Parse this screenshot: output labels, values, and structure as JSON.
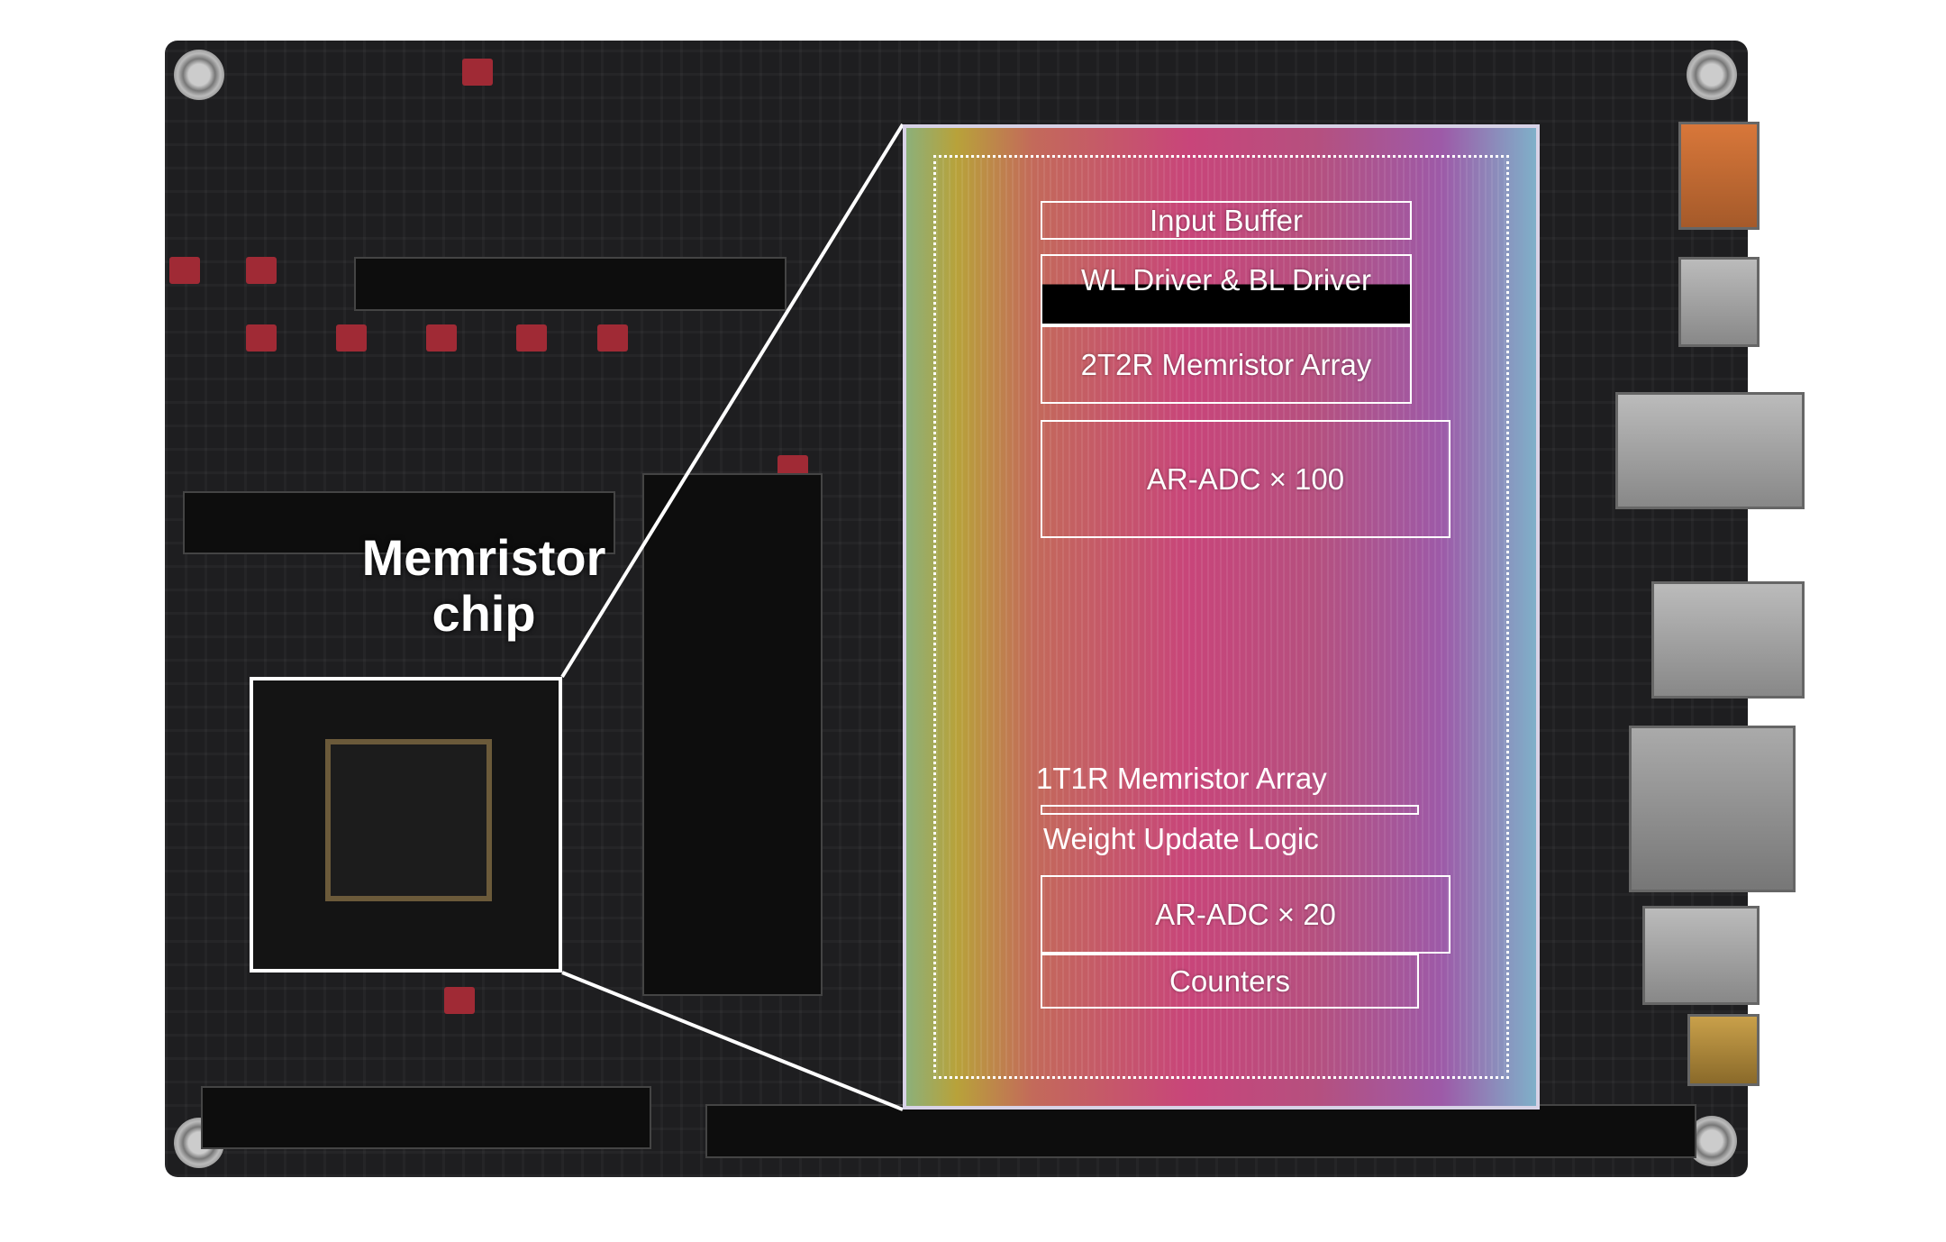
{
  "chip_label": {
    "line1": "Memristor",
    "line2": "chip"
  },
  "die_labels": {
    "input_buffer": "Input Buffer",
    "wl_bl_driver": "WL Driver & BL Driver",
    "array_2t2r": "2T2R Memristor Array",
    "adc_100": "AR-ADC × 100",
    "array_1t1r": "1T1R Memristor Array",
    "weight_update": "Weight Update Logic",
    "adc_20": "AR-ADC × 20",
    "counters": "Counters"
  },
  "colors": {
    "board": "#1e1e20",
    "jumper": "#a02a35",
    "die_magenta": "#c8457a"
  }
}
